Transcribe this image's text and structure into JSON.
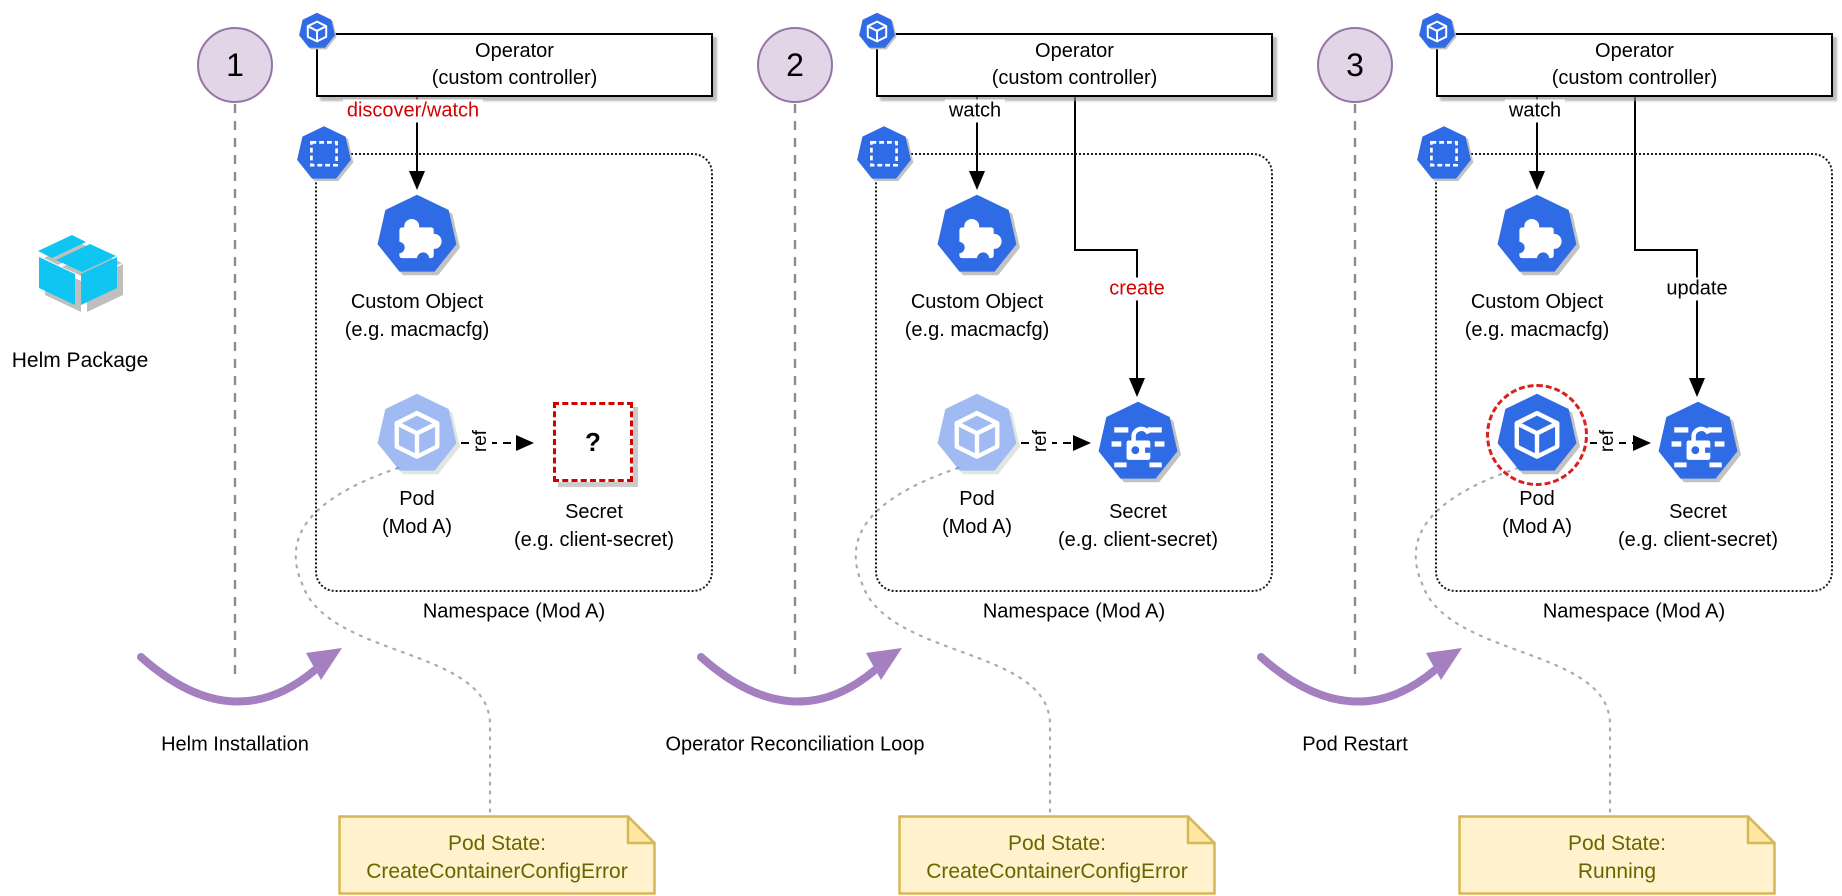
{
  "helm": {
    "label": "Helm Package"
  },
  "colors": {
    "kubernetes_blue": "#2f6be4",
    "helm_cyan": "#0fc6f2",
    "note_fill": "#fff2cc",
    "note_border": "#d6b656",
    "note_text": "#666600",
    "accent_red": "#d40000",
    "stage_circle_fill": "#e1d5e7",
    "stage_circle_stroke": "#9673a6",
    "stage_arrow_purple": "#a580c0"
  },
  "icons": {
    "helm-package-icon": "cyan 3d package box",
    "kubernetes-cube-icon": "blue heptagon with white cube",
    "namespace-icon": "blue heptagon with white dashed square",
    "custom-object-icon": "blue heptagon with white puzzle piece",
    "pod-icon": "blue heptagon with white cube",
    "secret-icon": "blue heptagon with white unlocked padlock"
  },
  "sections": [
    {
      "number": "1",
      "operator": {
        "title": "Operator",
        "subtitle": "(custom controller)"
      },
      "watch_label": "discover/watch",
      "custom_object": {
        "title": "Custom Object",
        "subtitle": "(e.g. macmacfg)"
      },
      "pod": {
        "title": "Pod",
        "subtitle": "(Mod A)"
      },
      "ref_label": "ref",
      "secret": {
        "title": "Secret",
        "subtitle": "(e.g. client-secret)",
        "placeholder": "?"
      },
      "namespace_label": "Namespace (Mod A)",
      "stage_label": "Helm Installation",
      "note": {
        "line1": "Pod State:",
        "line2": "CreateContainerConfigError"
      }
    },
    {
      "number": "2",
      "operator": {
        "title": "Operator",
        "subtitle": "(custom controller)"
      },
      "watch_label": "watch",
      "action_label": "create",
      "custom_object": {
        "title": "Custom Object",
        "subtitle": "(e.g. macmacfg)"
      },
      "pod": {
        "title": "Pod",
        "subtitle": "(Mod A)"
      },
      "ref_label": "ref",
      "secret": {
        "title": "Secret",
        "subtitle": "(e.g. client-secret)"
      },
      "namespace_label": "Namespace (Mod A)",
      "stage_label": "Operator Reconciliation Loop",
      "note": {
        "line1": "Pod State:",
        "line2": "CreateContainerConfigError"
      }
    },
    {
      "number": "3",
      "operator": {
        "title": "Operator",
        "subtitle": "(custom controller)"
      },
      "watch_label": "watch",
      "action_label": "update",
      "custom_object": {
        "title": "Custom Object",
        "subtitle": "(e.g. macmacfg)"
      },
      "pod": {
        "title": "Pod",
        "subtitle": "(Mod A)"
      },
      "ref_label": "ref",
      "secret": {
        "title": "Secret",
        "subtitle": "(e.g. client-secret)"
      },
      "namespace_label": "Namespace (Mod A)",
      "stage_label": "Pod Restart",
      "note": {
        "line1": "Pod State:",
        "line2": "Running"
      }
    }
  ]
}
